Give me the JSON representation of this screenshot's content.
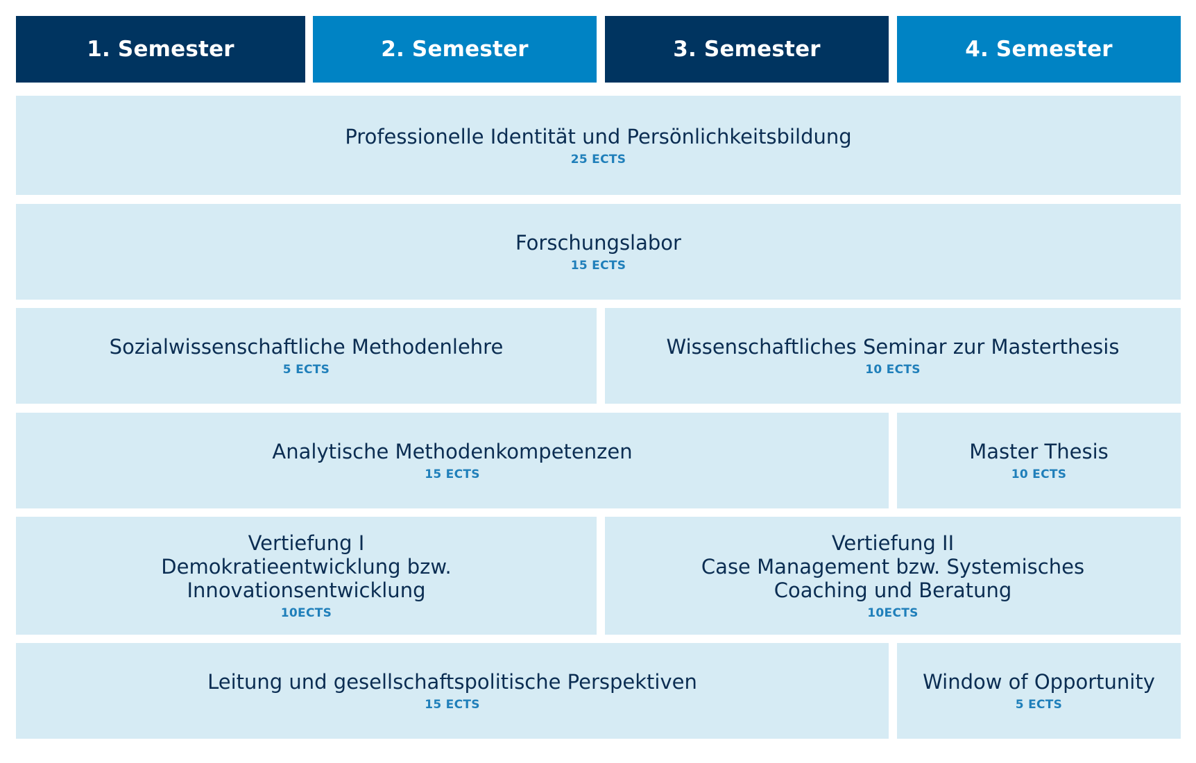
{
  "semesters": [
    {
      "label": "1. Semester",
      "color": "#003460"
    },
    {
      "label": "2. Semester",
      "color": "#0083c4"
    },
    {
      "label": "3. Semester",
      "color": "#003460"
    },
    {
      "label": "4. Semester",
      "color": "#0083c4"
    }
  ],
  "modules": {
    "professionelle_identitaet": {
      "title": "Professionelle Identität und Persönlichkeitsbildung",
      "ects": "25 ECTS"
    },
    "forschungslabor": {
      "title": "Forschungslabor",
      "ects": "15 ECTS"
    },
    "methodenlehre": {
      "title": "Sozialwissenschaftliche Methodenlehre",
      "ects": "5 ECTS"
    },
    "seminar_masterthesis": {
      "title": "Wissenschaftliches Seminar zur Masterthesis",
      "ects": "10 ECTS"
    },
    "analytische_methoden": {
      "title": "Analytische Methodenkompetenzen",
      "ects": "15 ECTS"
    },
    "master_thesis": {
      "title": "Master Thesis",
      "ects": "10 ECTS"
    },
    "vertiefung_1": {
      "title": "Vertiefung I\nDemokratieentwicklung bzw.\nInnovationsentwicklung",
      "ects": "10ECTS"
    },
    "vertiefung_2": {
      "title": "Vertiefung II\nCase Management bzw. Systemisches\nCoaching und Beratung",
      "ects": "10ECTS"
    },
    "leitung": {
      "title": "Leitung und gesellschaftspolitische Perspektiven",
      "ects": "15 ECTS"
    },
    "window_of_opportunity": {
      "title": "Window of Opportunity",
      "ects": "5 ECTS"
    }
  },
  "colors": {
    "header_dark": "#003460",
    "header_light": "#0083c4",
    "cell_background": "#d6ebf4",
    "module_title": "#0b2d52",
    "ects_text": "#1f7fba"
  }
}
